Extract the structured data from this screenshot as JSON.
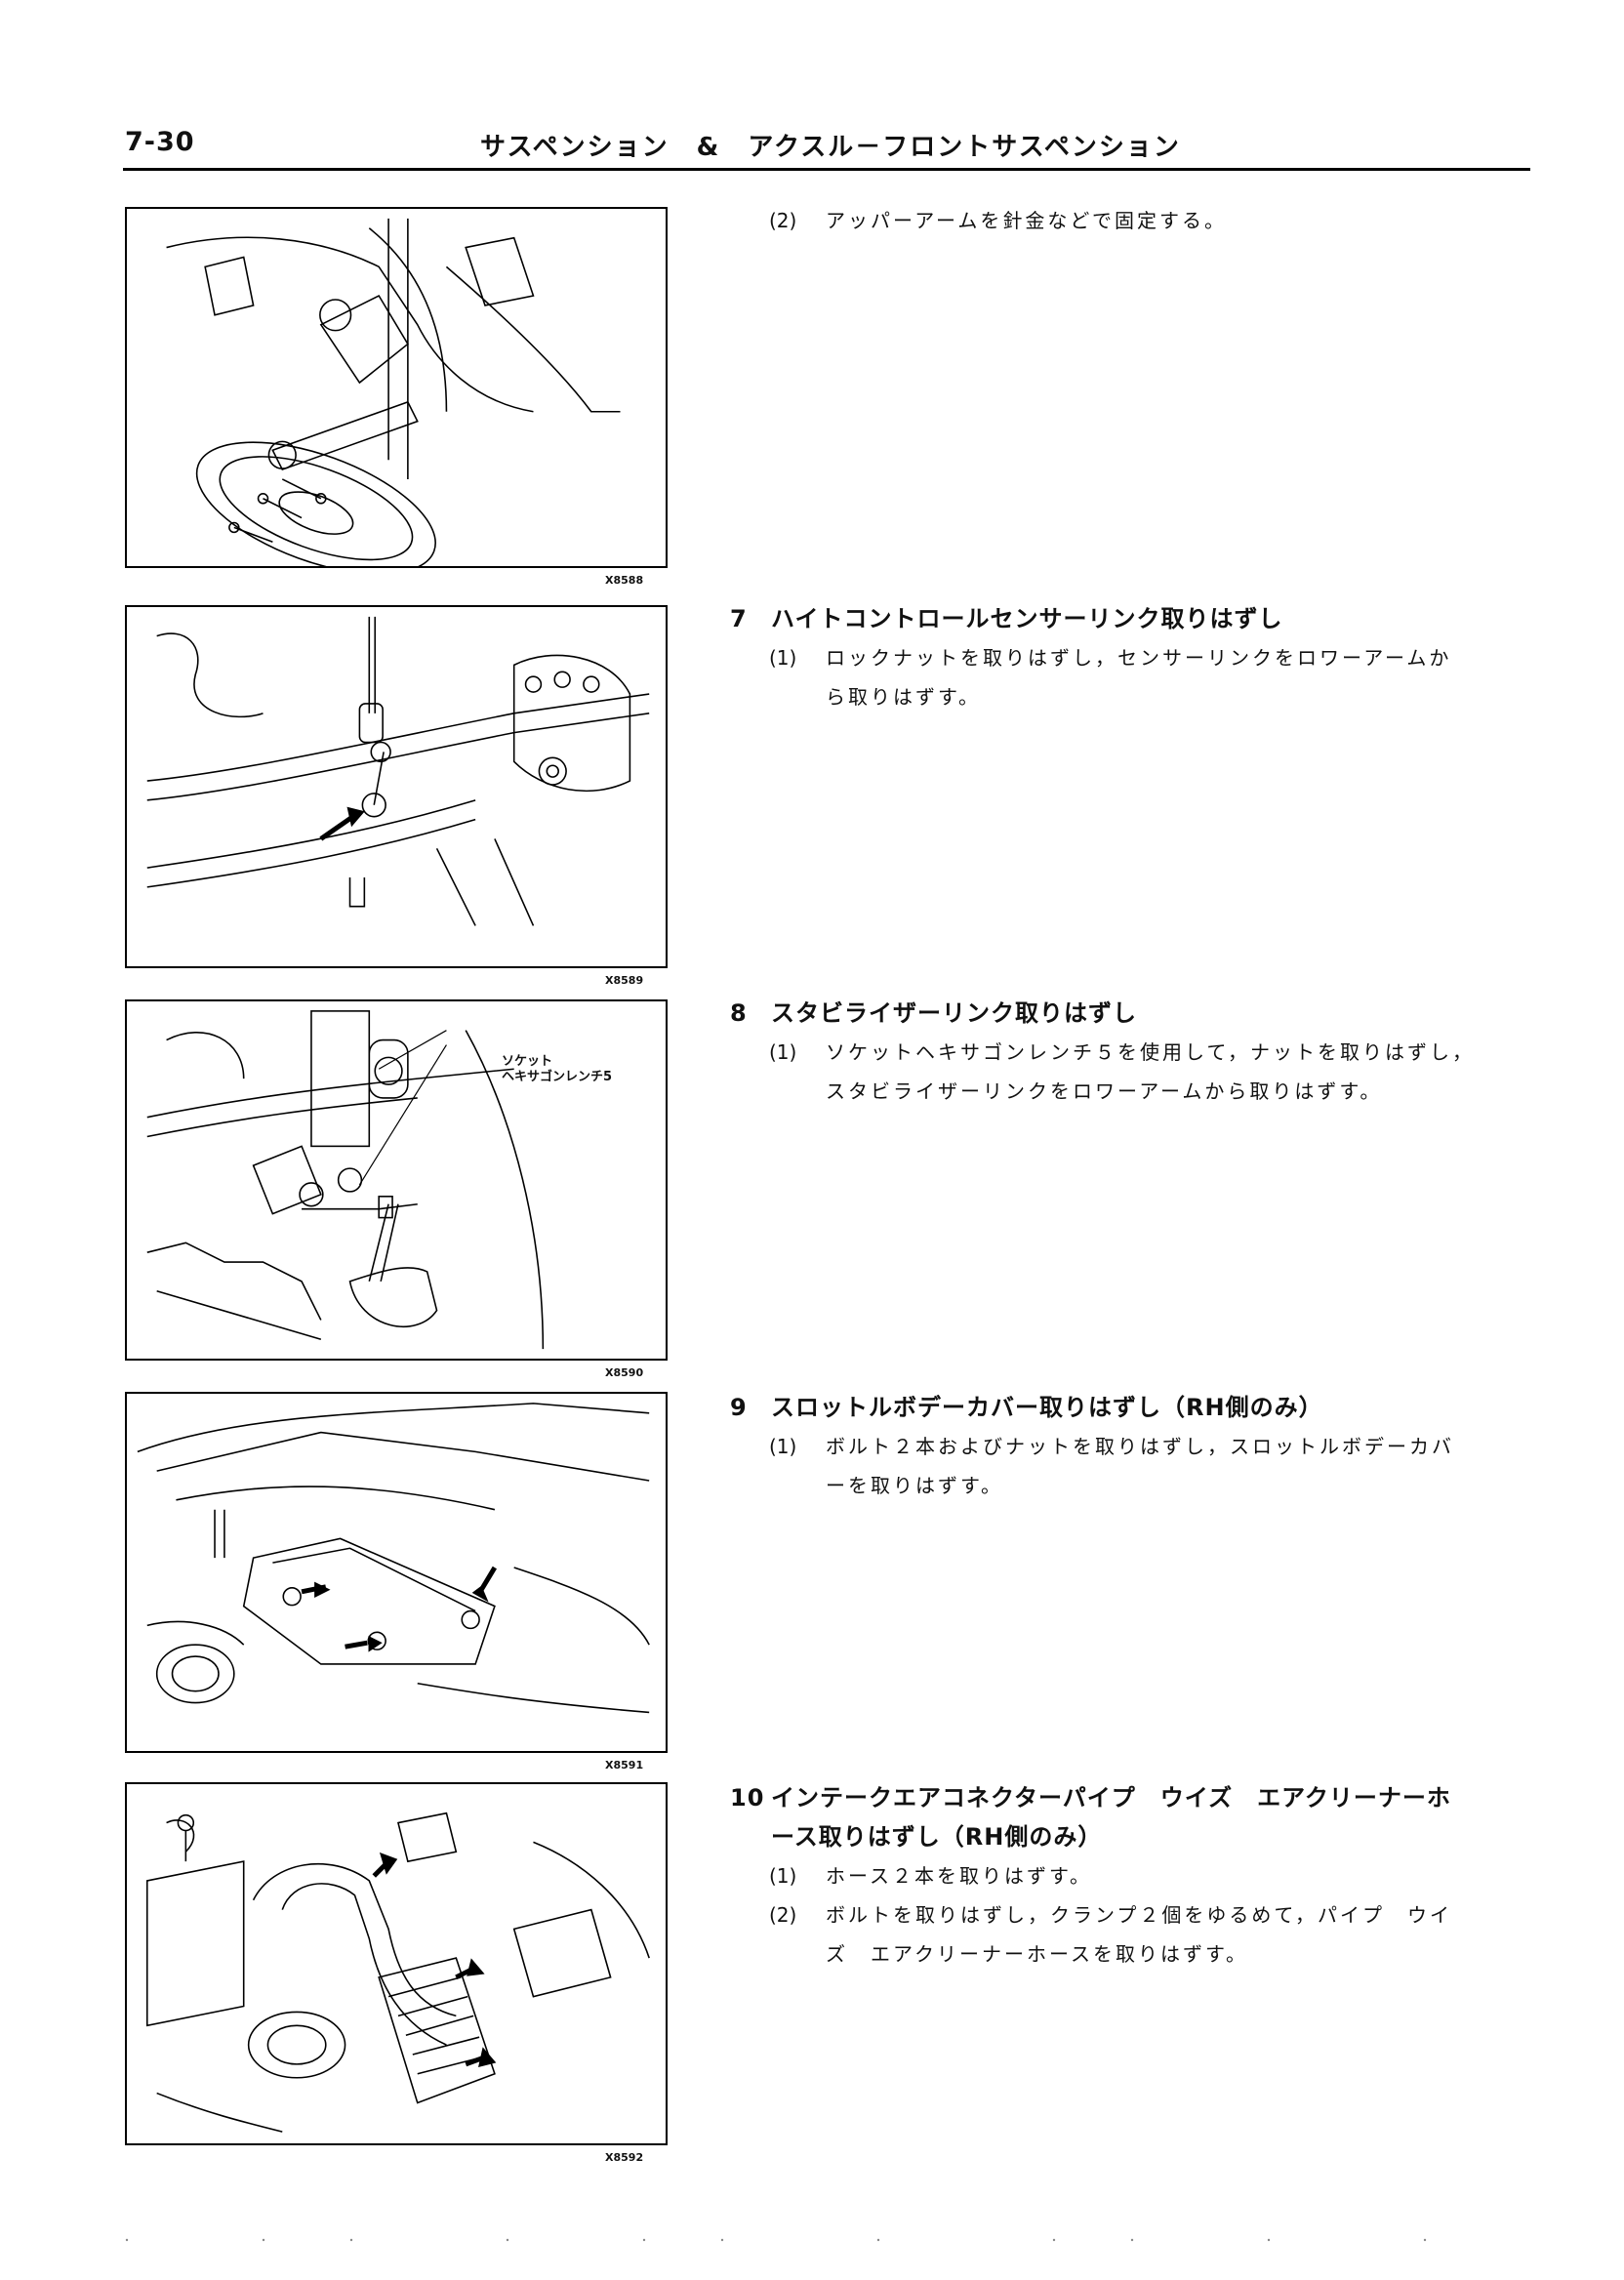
{
  "header": {
    "page_number": "7-30",
    "title": "サスペンション　&　アクスル－フロントサスペンション"
  },
  "figures": [
    {
      "code": "X8588"
    },
    {
      "code": "X8589"
    },
    {
      "code": "X8590",
      "callout": [
        "ソケット",
        "ヘキサゴンレンチ5"
      ]
    },
    {
      "code": "X8591"
    },
    {
      "code": "X8592"
    }
  ],
  "steps": [
    {
      "number": "",
      "title": "",
      "subs": [
        {
          "number": "(2)",
          "lines": [
            "アッパーアームを針金などで固定する。"
          ]
        }
      ]
    },
    {
      "number": "7",
      "title": "ハイトコントロールセンサーリンク取りはずし",
      "subs": [
        {
          "number": "(1)",
          "lines": [
            "ロックナットを取りはずし，センサーリンクをロワーアームか",
            "ら取りはずす。"
          ]
        }
      ]
    },
    {
      "number": "8",
      "title": "スタビライザーリンク取りはずし",
      "subs": [
        {
          "number": "(1)",
          "lines": [
            "ソケットヘキサゴンレンチ５を使用して，ナットを取りはずし，",
            "スタビライザーリンクをロワーアームから取りはずす。"
          ]
        }
      ]
    },
    {
      "number": "9",
      "title": "スロットルボデーカバー取りはずし（RH側のみ）",
      "subs": [
        {
          "number": "(1)",
          "lines": [
            "ボルト２本およびナットを取りはずし，スロットルボデーカバ",
            "ーを取りはずす。"
          ]
        }
      ]
    },
    {
      "number": "10",
      "title": "インテークエアコネクターパイプ　ウイズ　エアクリーナーホ",
      "title_cont": "ース取りはずし（RH側のみ）",
      "subs": [
        {
          "number": "(1)",
          "lines": [
            "ホース２本を取りはずす。"
          ]
        },
        {
          "number": "(2)",
          "lines": [
            "ボルトを取りはずし，クランプ２個をゆるめて，パイプ　ウイ",
            "ズ　エアクリーナーホースを取りはずす。"
          ]
        }
      ]
    }
  ]
}
